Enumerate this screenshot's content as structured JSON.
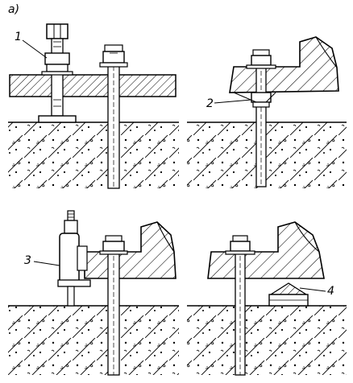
{
  "figure": {
    "part_label": "a)",
    "callouts": [
      "1",
      "2",
      "3",
      "4"
    ]
  },
  "colors": {
    "ink": "#000000",
    "paper": "#ffffff"
  }
}
